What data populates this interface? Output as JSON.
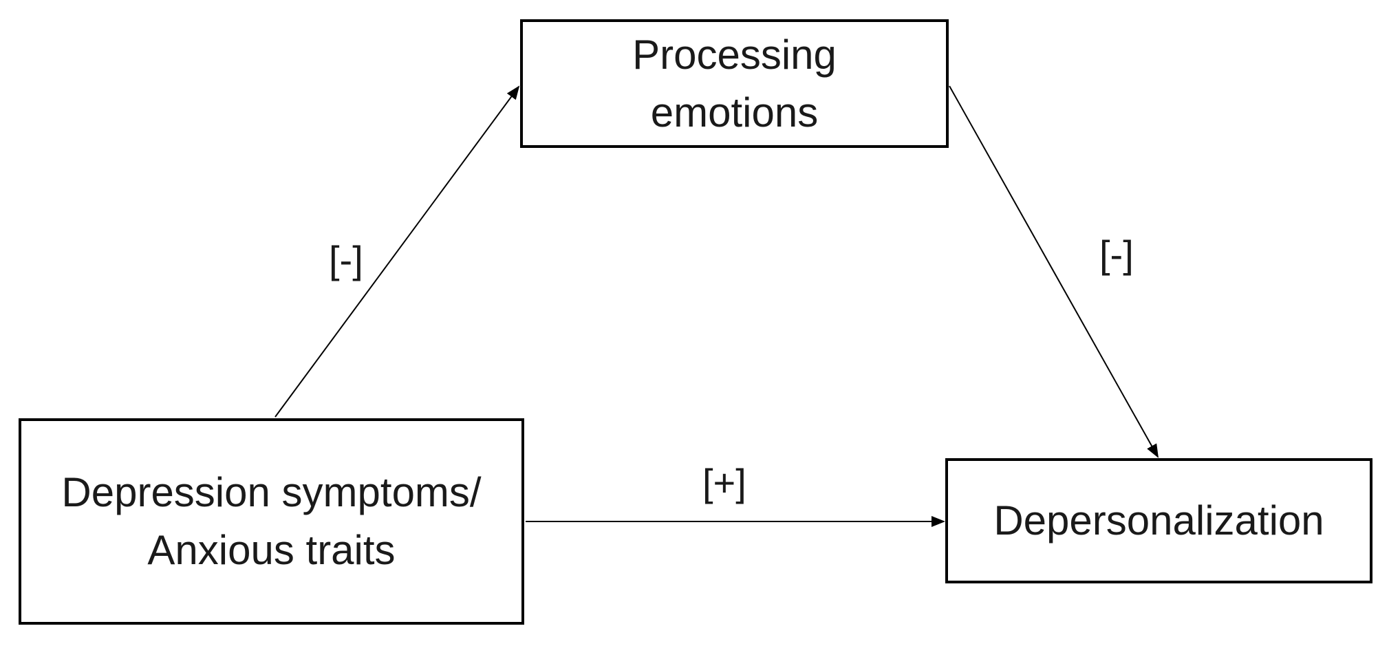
{
  "nodes": {
    "processing": {
      "label": "Processing\nemotions"
    },
    "depression": {
      "label": "Depression symptoms/\nAnxious traits"
    },
    "depersonalization": {
      "label": "Depersonalization"
    }
  },
  "edges": {
    "depression_to_processing": {
      "sign": "[-]"
    },
    "processing_to_depersonalization": {
      "sign": "[-]"
    },
    "depression_to_depersonalization": {
      "sign": "[+]"
    }
  }
}
